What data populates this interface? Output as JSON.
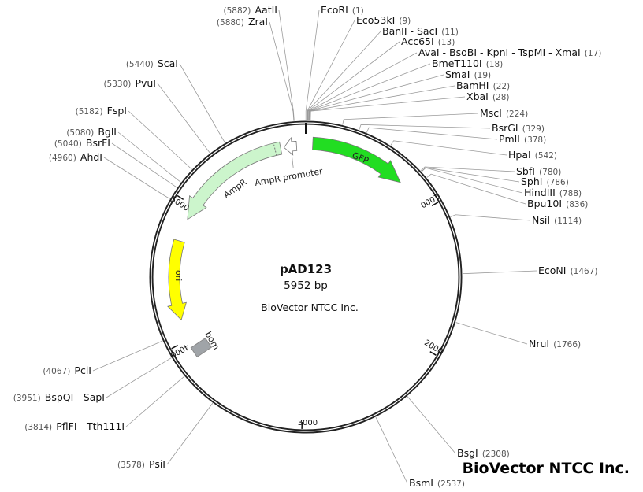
{
  "plasmid": {
    "name": "pAD123",
    "size": "5952 bp",
    "source": "BioVector NTCC Inc.",
    "total_bp": 5952
  },
  "watermark": "BioVector NTCC Inc.",
  "sites_right": [
    {
      "name": "EcoRI",
      "pos": "(1)",
      "bp": 1
    },
    {
      "name": "Eco53kI",
      "pos": "(9)",
      "bp": 9
    },
    {
      "name": "BanII - SacI",
      "pos": "(11)",
      "bp": 11
    },
    {
      "name": "Acc65I",
      "pos": "(13)",
      "bp": 13
    },
    {
      "name": "AvaI - BsoBI - KpnI - TspMI - XmaI",
      "pos": "(17)",
      "bp": 17
    },
    {
      "name": "BmeT110I",
      "pos": "(18)",
      "bp": 18
    },
    {
      "name": "SmaI",
      "pos": "(19)",
      "bp": 19
    },
    {
      "name": "BamHI",
      "pos": "(22)",
      "bp": 22
    },
    {
      "name": "XbaI",
      "pos": "(28)",
      "bp": 28
    },
    {
      "name": "MscI",
      "pos": "(224)",
      "bp": 224
    },
    {
      "name": "BsrGI",
      "pos": "(329)",
      "bp": 329
    },
    {
      "name": "PmlI",
      "pos": "(378)",
      "bp": 378
    },
    {
      "name": "HpaI",
      "pos": "(542)",
      "bp": 542
    },
    {
      "name": "SbfI",
      "pos": "(780)",
      "bp": 780
    },
    {
      "name": "SphI",
      "pos": "(786)",
      "bp": 786
    },
    {
      "name": "HindIII",
      "pos": "(788)",
      "bp": 788
    },
    {
      "name": "Bpu10I",
      "pos": "(836)",
      "bp": 836
    },
    {
      "name": "NsiI",
      "pos": "(1114)",
      "bp": 1114
    },
    {
      "name": "EcoNI",
      "pos": "(1467)",
      "bp": 1467
    },
    {
      "name": "NruI",
      "pos": "(1766)",
      "bp": 1766
    },
    {
      "name": "BsgI",
      "pos": "(2308)",
      "bp": 2308
    },
    {
      "name": "BsmI",
      "pos": "(2537)",
      "bp": 2537
    }
  ],
  "sites_left": [
    {
      "name": "AatII",
      "pos": "(5882)",
      "bp": 5882
    },
    {
      "name": "ZraI",
      "pos": "(5880)",
      "bp": 5880
    },
    {
      "name": "ScaI",
      "pos": "(5440)",
      "bp": 5440
    },
    {
      "name": "PvuI",
      "pos": "(5330)",
      "bp": 5330
    },
    {
      "name": "FspI",
      "pos": "(5182)",
      "bp": 5182
    },
    {
      "name": "BglI",
      "pos": "(5080)",
      "bp": 5080
    },
    {
      "name": "BsrFI",
      "pos": "(5040)",
      "bp": 5040
    },
    {
      "name": "AhdI",
      "pos": "(4960)",
      "bp": 4960
    },
    {
      "name": "PciI",
      "pos": "(4067)",
      "bp": 4067
    },
    {
      "name": "BspQI - SapI",
      "pos": "(3951)",
      "bp": 3951
    },
    {
      "name": "PflFI - Tth111I",
      "pos": "(3814)",
      "bp": 3814
    },
    {
      "name": "PsiI",
      "pos": "(3578)",
      "bp": 3578
    }
  ],
  "features": [
    {
      "name": "GFP",
      "color": "#22dd22"
    },
    {
      "name": "AmpR",
      "color": "#ccf5cc"
    },
    {
      "name": "AmpR promoter",
      "color": "#ffffff"
    },
    {
      "name": "ori",
      "color": "#ffff00"
    },
    {
      "name": "bom",
      "color": "#a0a4a8"
    }
  ],
  "ticks": [
    "1000",
    "2000",
    "3000",
    "4000",
    "5000"
  ]
}
